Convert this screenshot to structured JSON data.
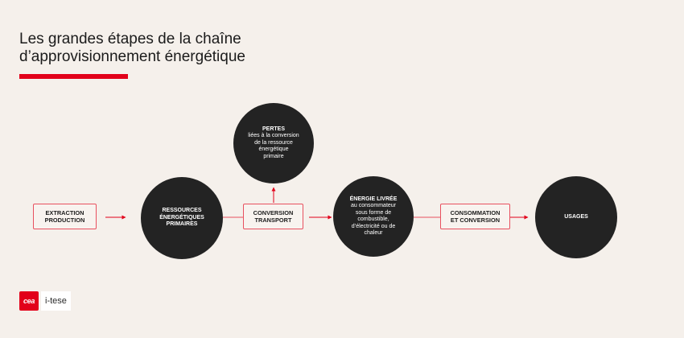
{
  "title": "Les grandes étapes de la chaîne\nd’approvisionnement énergétique",
  "colors": {
    "accent": "#e2001a",
    "box_border": "#e8505f",
    "circle_fill": "#232323",
    "background": "#f5f0eb"
  },
  "nodes": {
    "extraction": "EXTRACTION\nPRODUCTION",
    "ressources": "RESSOURCES\nÉNERGÉTIQUES\nPRIMAIRES",
    "conversion": "CONVERSION\nTRANSPORT",
    "pertes_title": "PERTES",
    "pertes_text": "liées à la conversion\nde la ressource\nénergétique\nprimaire",
    "energie_title": "ÉNERGIE LIVRÉE",
    "energie_text": "au consommateur\nsous forme de\ncombustible,\nd’électricité ou de\nchaleur",
    "consommation": "CONSOMMATION\nET CONVERSION",
    "usages": "USAGES"
  },
  "logo": {
    "mark": "cea",
    "name": "i-tese"
  }
}
